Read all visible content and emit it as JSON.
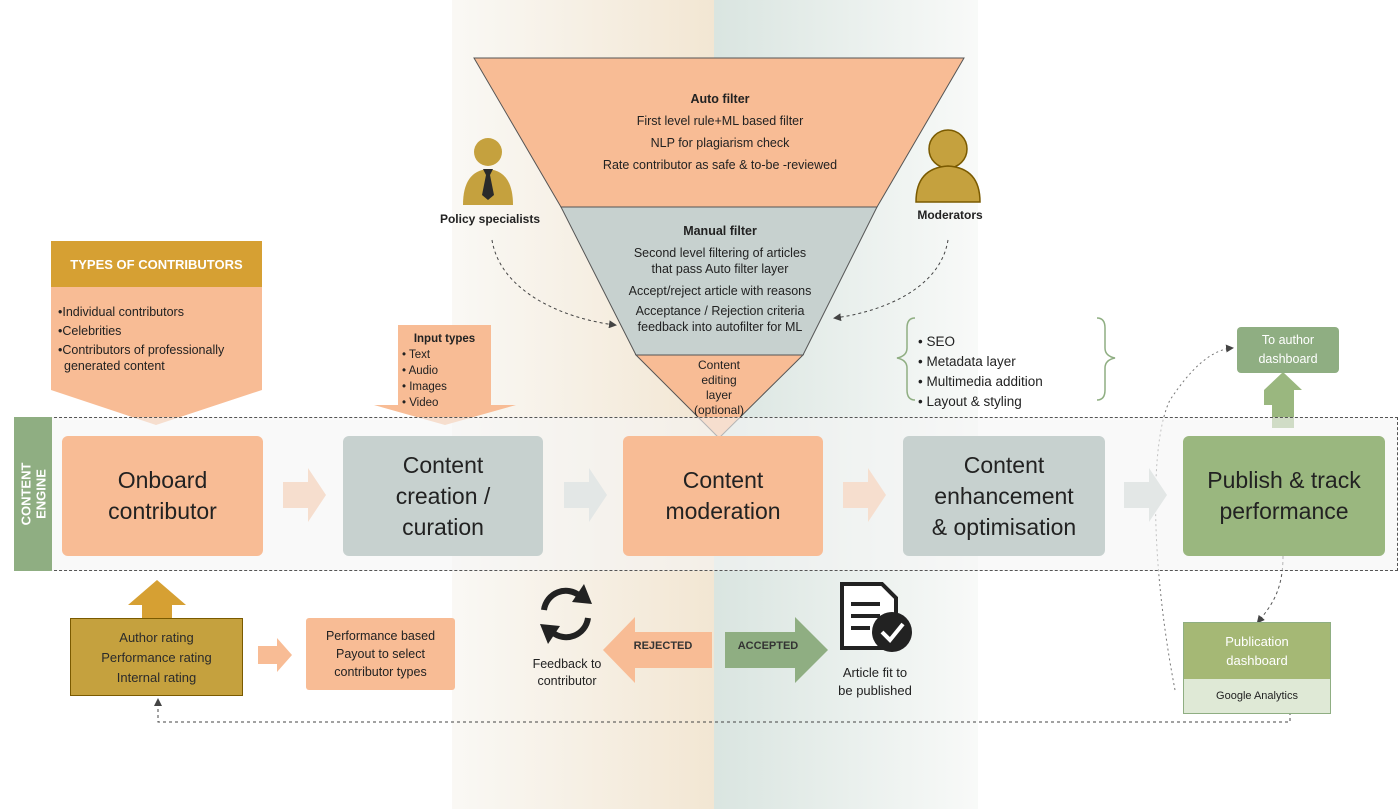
{
  "engine_label": "CONTENT\nENGINE",
  "types_of_contributors": {
    "title": "TYPES OF CONTRIBUTORS",
    "items": [
      "•Individual contributors",
      "•Celebrities",
      "•Contributors of professionally",
      "generated content"
    ]
  },
  "input_types": {
    "title": "Input types",
    "items": [
      "•  Text",
      "•  Audio",
      "•  Images",
      "•  Video"
    ]
  },
  "funnel": {
    "auto": {
      "title": "Auto filter",
      "lines": [
        "First level rule+ML based filter",
        "NLP for plagiarism check",
        "Rate contributor as safe & to-be -reviewed"
      ]
    },
    "manual": {
      "title": "Manual filter",
      "lines": [
        "Second level filtering of articles",
        "that pass Auto filter layer",
        "Accept/reject article with reasons",
        "Acceptance / Rejection criteria",
        "feedback into autofilter for ML"
      ]
    },
    "editing": {
      "lines": [
        "Content",
        "editing",
        "layer",
        "(optional)"
      ]
    }
  },
  "roles": {
    "policy": "Policy specialists",
    "moderators": "Moderators"
  },
  "enhancement_items": [
    "•   SEO",
    "•   Metadata layer",
    "•   Multimedia addition",
    "•   Layout & styling"
  ],
  "stages": [
    "Onboard\ncontributor",
    "Content\ncreation /\ncuration",
    "Content\nmoderation",
    "Content\nenhancement\n& optimisation",
    "Publish & track\nperformance"
  ],
  "to_author_dashboard": "To author\ndashboard",
  "publication_dashboard": {
    "title": "Publication\ndashboard",
    "sub": "Google Analytics"
  },
  "ratings": [
    "Author rating",
    "Performance rating",
    "Internal rating"
  ],
  "payout": [
    "Performance based",
    "Payout to select",
    "contributor types"
  ],
  "rejected": "REJECTED",
  "accepted": "ACCEPTED",
  "feedback_to_contributor": [
    "Feedback to",
    "contributor"
  ],
  "article_fit": [
    "Article fit to",
    "be published"
  ],
  "colors": {
    "orange": "#f8bc95",
    "grey": "#c7d1cf",
    "green": "#9ab77f",
    "gold": "#d6a033",
    "olive": "#c5a13e"
  }
}
